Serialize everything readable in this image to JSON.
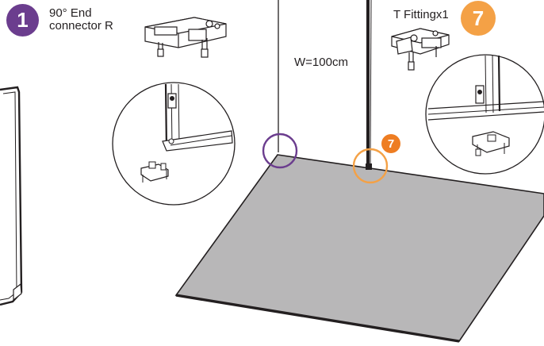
{
  "step": {
    "number": "1",
    "title_line1": "90° End",
    "title_line2": "connector R"
  },
  "fitting": {
    "label": "T Fitting",
    "quantity": "x1",
    "callout_number": "7"
  },
  "dimension": {
    "width_label": "W=100cm"
  },
  "colors": {
    "step_badge": "#6b3d8e",
    "fitting_badge": "#f4a146",
    "marker_small": "#ee7d22",
    "floor": "#b8b7b8",
    "outline": "#231f20",
    "highlight_purple": "#6b3d8e",
    "highlight_orange": "#f4a146"
  },
  "icons": {
    "step_badge": "number-circle-icon",
    "connector_part": "connector-part-icon",
    "t_fitting_part": "t-fitting-part-icon",
    "zoom_detail": "magnified-detail-icon"
  }
}
